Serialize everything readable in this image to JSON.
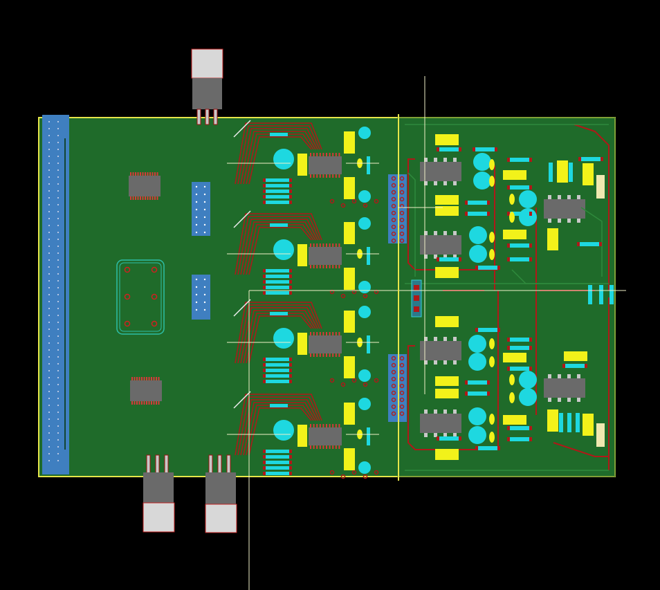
{
  "view": {
    "background": "#000000",
    "board_fill": "#1f6b2a",
    "board_outline": "#e6e64a",
    "trace_color": "#b01818",
    "trace_color_light": "#d8393b",
    "connector_blue": "#3f7fc0",
    "ic_body": "#6a6a6a",
    "pad_yellow": "#f2f21a",
    "pad_cyan": "#1ed8e0",
    "pin_silver": "#c8c8c8",
    "hint": ""
  },
  "components": {
    "edge_connector": "edge-connector",
    "regulators": [
      "regulator-top",
      "regulator-bottom-left",
      "regulator-bottom-right"
    ],
    "header_pins": [
      "pin-header-1",
      "pin-header-2"
    ],
    "soic_chips": [
      "soic-left-upper",
      "soic-left-lower"
    ],
    "mounting_footprint": "footprint-six-hole",
    "channels": 4,
    "opamp_packages": 6
  }
}
